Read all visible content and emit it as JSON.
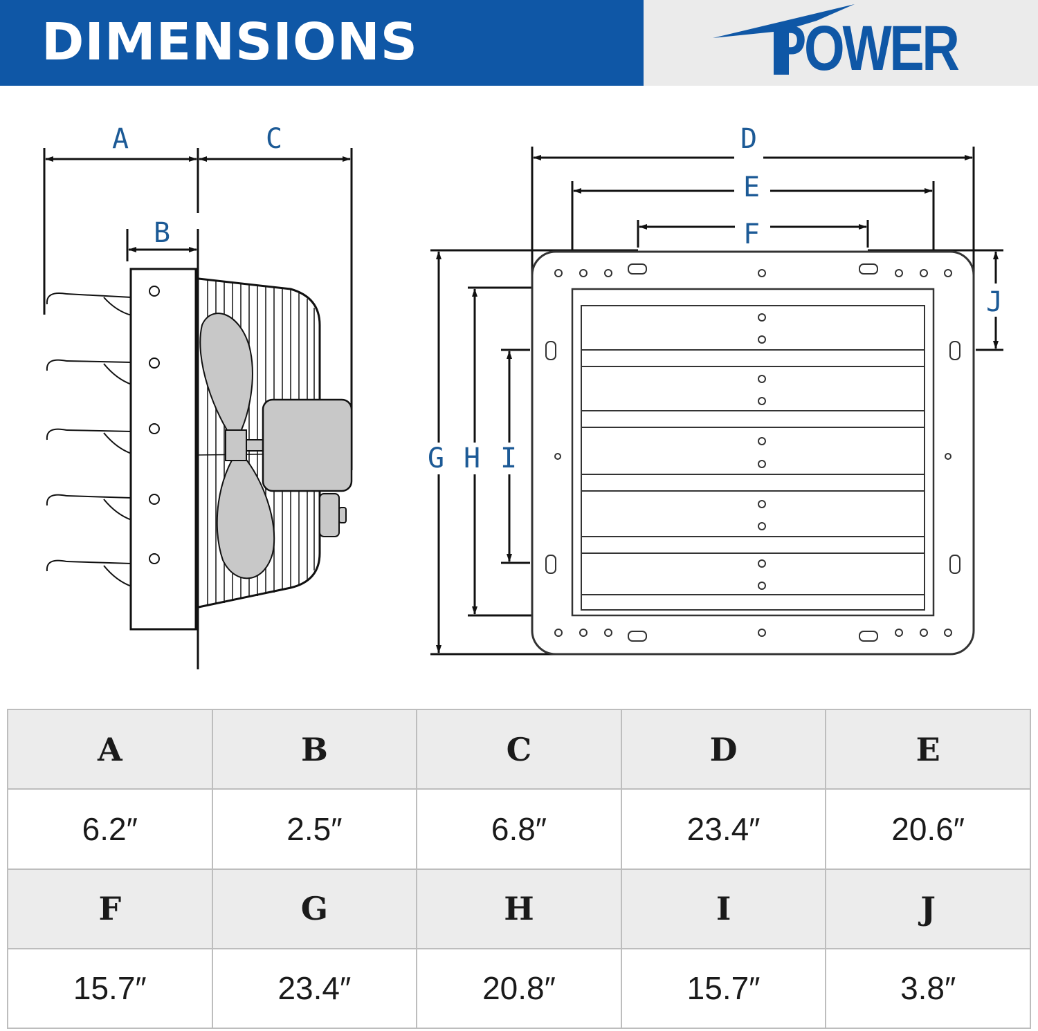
{
  "header": {
    "title": "DIMENSIONS",
    "logo_text": "POWER",
    "background_color": "#0f57a6",
    "logo_background_color": "#ebebeb"
  },
  "diagram_labels": {
    "A": "A",
    "B": "B",
    "C": "C",
    "D": "D",
    "E": "E",
    "F": "F",
    "G": "G",
    "H": "H",
    "I": "I",
    "J": "J"
  },
  "table": {
    "row1_letters": [
      "A",
      "B",
      "C",
      "D",
      "E"
    ],
    "row1_values": [
      "6.2″",
      "2.5″",
      "6.8″",
      "23.4″",
      "20.6″"
    ],
    "row2_letters": [
      "F",
      "G",
      "H",
      "I",
      "J"
    ],
    "row2_values": [
      "15.7″",
      "23.4″",
      "20.8″",
      "15.7″",
      "3.8″"
    ]
  }
}
